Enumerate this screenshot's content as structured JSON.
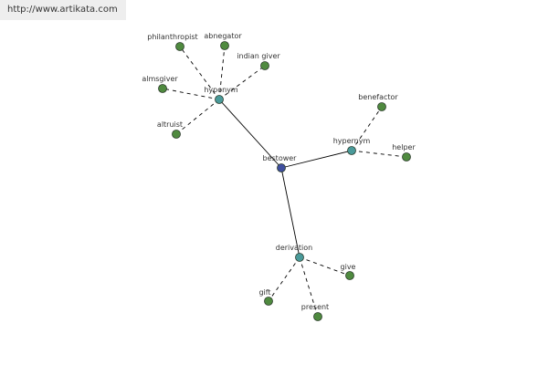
{
  "source_url": "http://www.artikata.com",
  "colors": {
    "root": "#3f4f9f",
    "relation": "#4a9a9a",
    "leaf": "#4f8a3f",
    "node_stroke": "#2a3a2a",
    "edge": "#000000"
  },
  "graph": {
    "root": "bestower",
    "relations": [
      {
        "id": "hyponym",
        "label": "hyponym",
        "leaves": [
          "philanthropist",
          "abnegator",
          "indian giver",
          "almsgiver",
          "altruist"
        ]
      },
      {
        "id": "hypernym",
        "label": "hypernym",
        "leaves": [
          "benefactor",
          "helper"
        ]
      },
      {
        "id": "derivation",
        "label": "derivation",
        "leaves": [
          "give",
          "gift",
          "present"
        ]
      }
    ]
  }
}
